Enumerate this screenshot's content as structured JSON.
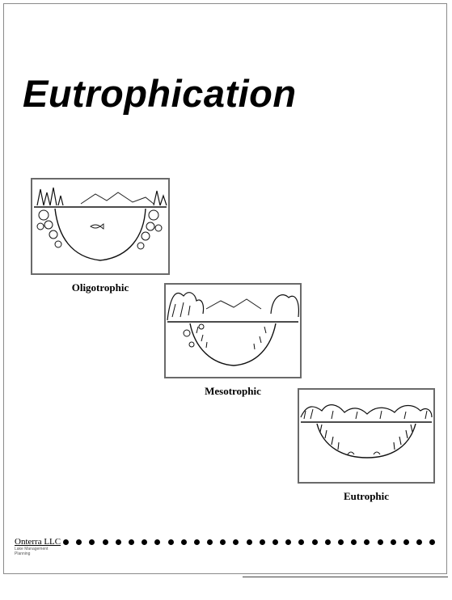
{
  "title": "Eutrophication",
  "figures": [
    {
      "caption": "Oligotrophic"
    },
    {
      "caption": "Mesotrophic"
    },
    {
      "caption": "Eutrophic"
    }
  ],
  "footer": {
    "logo_text": "Onterra LLC",
    "logo_subtext": "Lake Management Planning"
  }
}
